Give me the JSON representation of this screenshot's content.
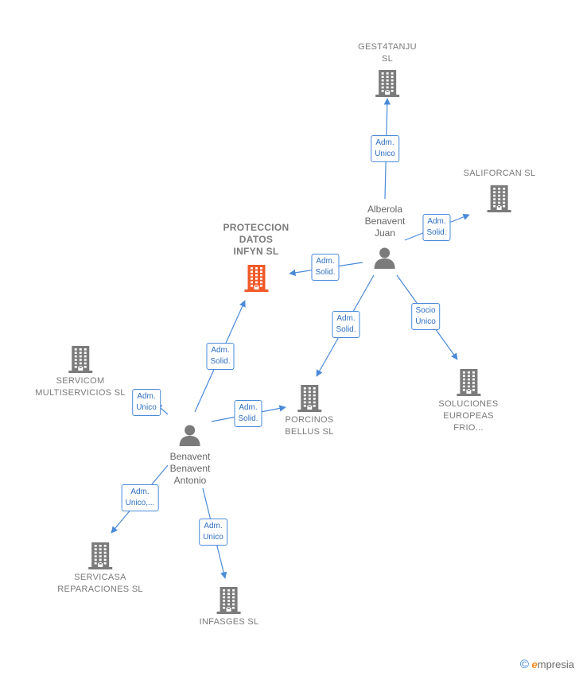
{
  "nodes": [
    {
      "id": "gest4tanju",
      "type": "company",
      "lines": [
        "GEST4TANJU",
        "SL"
      ]
    },
    {
      "id": "saliforcan",
      "type": "company",
      "lines": [
        "SALIFORCAN SL"
      ]
    },
    {
      "id": "proteccion",
      "type": "company-main",
      "lines": [
        "PROTECCION",
        "DATOS",
        "INFYN  SL"
      ]
    },
    {
      "id": "alberola",
      "type": "person",
      "lines": [
        "Alberola",
        "Benavent",
        "Juan"
      ]
    },
    {
      "id": "servicom",
      "type": "company",
      "lines": [
        "SERVICOM",
        "MULTISERVICIOS SL"
      ]
    },
    {
      "id": "porcinos",
      "type": "company",
      "lines": [
        "PORCINOS",
        "BELLUS SL"
      ]
    },
    {
      "id": "soluciones",
      "type": "company",
      "lines": [
        "SOLUCIONES",
        "EUROPEAS",
        "FRIO..."
      ]
    },
    {
      "id": "benavent",
      "type": "person",
      "lines": [
        "Benavent",
        "Benavent",
        "Antonio"
      ]
    },
    {
      "id": "servicasa",
      "type": "company",
      "lines": [
        "SERVICASA",
        "REPARACIONES SL"
      ]
    },
    {
      "id": "infasges",
      "type": "company",
      "lines": [
        "INFASGES SL"
      ]
    }
  ],
  "edges": [
    {
      "from": "alberola",
      "to": "gest4tanju",
      "label": [
        "Adm.",
        "Unico"
      ]
    },
    {
      "from": "alberola",
      "to": "saliforcan",
      "label": [
        "Adm.",
        "Solid."
      ]
    },
    {
      "from": "alberola",
      "to": "proteccion",
      "label": [
        "Adm.",
        "Solid."
      ]
    },
    {
      "from": "alberola",
      "to": "porcinos",
      "label": [
        "Adm.",
        "Solid."
      ]
    },
    {
      "from": "alberola",
      "to": "soluciones",
      "label": [
        "Socio",
        "Único"
      ]
    },
    {
      "from": "benavent",
      "to": "proteccion",
      "label": [
        "Adm.",
        "Solid."
      ]
    },
    {
      "from": "benavent",
      "to": "servicom",
      "label": [
        "Adm.",
        "Unico"
      ]
    },
    {
      "from": "benavent",
      "to": "porcinos",
      "label": [
        "Adm.",
        "Solid."
      ]
    },
    {
      "from": "benavent",
      "to": "servicasa",
      "label": [
        "Adm.",
        "Unico,..."
      ]
    },
    {
      "from": "benavent",
      "to": "infasges",
      "label": [
        "Adm.",
        "Unico"
      ]
    }
  ],
  "colors": {
    "link": "#4a8ad8",
    "company_icon": "#7b7b7b",
    "main_company_icon": "#f05a28",
    "person_icon": "#7b7b7b"
  },
  "brand": {
    "symbol": "©",
    "initial": "e",
    "name": "mpresia"
  }
}
